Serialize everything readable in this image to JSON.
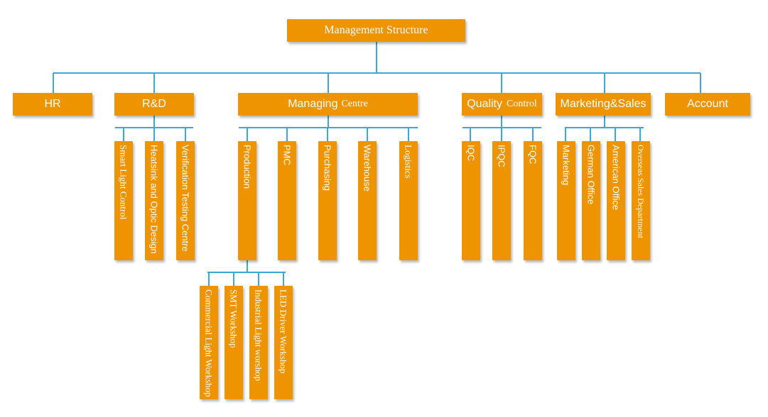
{
  "diagram": {
    "accent_color": "#ee9400",
    "line_color": "#3aa9d4",
    "root": "Management Structure",
    "departments": {
      "hr": "HR",
      "rd": "R&D",
      "managing": {
        "main": "Managing",
        "sub": "Centre"
      },
      "quality": {
        "main": "Quality",
        "sub": "Control"
      },
      "marketing": "Marketing&Sales",
      "account": "Account"
    },
    "rd_units": [
      "Smart Light Control",
      "Heatsink and Optic Design",
      "Verification Testing Centre"
    ],
    "managing_units": [
      "Production",
      "PMC",
      "Purchasing",
      "Warehouse",
      "Logistics"
    ],
    "production_units": [
      "Commercial Light Workshop",
      "SMT Workshop",
      "Industrial Light worshop",
      "LED Driver Workshop"
    ],
    "quality_units": [
      "IQC",
      "IPQC",
      "FQC"
    ],
    "marketing_units": [
      "Marketing",
      "German Office",
      "American Office",
      "Overseas Sales Department"
    ]
  }
}
